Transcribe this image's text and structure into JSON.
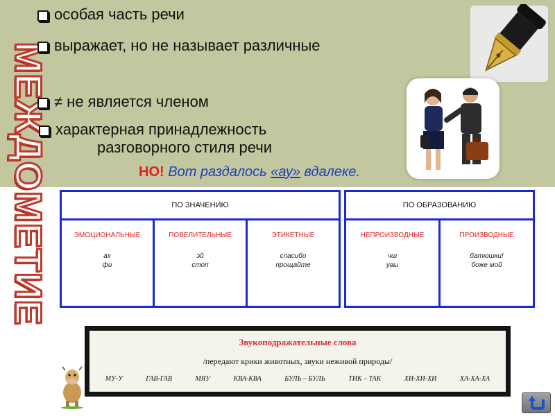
{
  "title_vertical": "МЕЖДОМЕТИЕ",
  "bullets": [
    {
      "text": "особая часть речи"
    },
    {
      "text": "выражает,  но не называет различные"
    },
    {
      "text": "≠ не является членом"
    },
    {
      "line1": "характерная принадлежность",
      "line2": "разговорного стиля речи"
    }
  ],
  "example": {
    "no": "НО!",
    "before": "Вот раздалось ",
    "ay": "«ау»",
    "after": " вдалеке."
  },
  "classification": {
    "by_meaning": {
      "header": "ПО ЗНАЧЕНИЮ",
      "columns": [
        {
          "name": "ЭМОЦИОНАЛЬНЫЕ",
          "ex1": "ах",
          "ex2": "фи"
        },
        {
          "name": "ПОВЕЛИТЕЛЬНЫЕ",
          "ex1": "эй",
          "ex2": "стоп"
        },
        {
          "name": "ЭТИКЕТНЫЕ",
          "ex1": "спасибо",
          "ex2": "прощайте"
        }
      ]
    },
    "by_formation": {
      "header": "ПО ОБРАЗОВАНИЮ",
      "columns": [
        {
          "name": "НЕПРОИЗВОДНЫЕ",
          "ex1": "чш",
          "ex2": "увы"
        },
        {
          "name": "ПРОИЗВОДНЫЕ",
          "ex1": "батюшки!",
          "ex2": "боже мой"
        }
      ]
    }
  },
  "onomatopoeia": {
    "title": "Звукоподражательные слова",
    "note": "/передают крики животных, звуки неживой природы/",
    "examples": [
      "МУ-У",
      "ГАВ-ГАВ",
      "МЯУ",
      "КВА-КВА",
      "БУЛЬ – БУЛЬ",
      "ТИК – ТАК",
      "ХИ-ХИ-ХИ",
      "ХА-ХА-ХА"
    ]
  },
  "icons": {
    "pen": "fountain-pen-icon",
    "people": "business-people-illustration",
    "cow": "cow-illustration",
    "return": "return-arrow-icon"
  },
  "colors": {
    "top_band": "#c2c79f",
    "title_red": "#c0392b",
    "table_border": "#1b29d4",
    "category_red": "#e02121",
    "example_blue": "#1f3fb8"
  }
}
